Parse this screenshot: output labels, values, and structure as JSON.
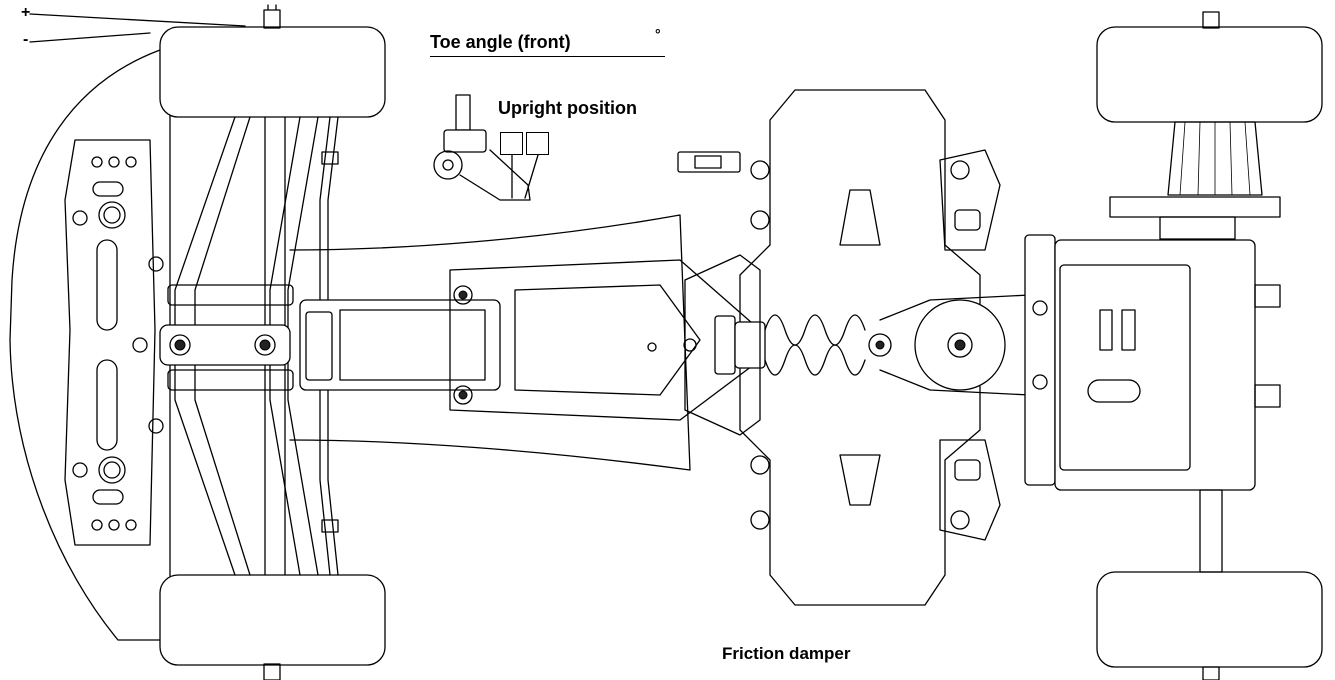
{
  "toe_setting": {
    "plus_sign": "+",
    "minus_sign": "-",
    "title": "Toe angle (front)",
    "unit": "°",
    "value": ""
  },
  "upright_setting": {
    "title": "Upright position",
    "box_1": "",
    "box_2": ""
  },
  "damper_setting": {
    "title": "Friction damper",
    "value": ""
  },
  "colors": {
    "line": "#000000",
    "background": "#ffffff"
  }
}
